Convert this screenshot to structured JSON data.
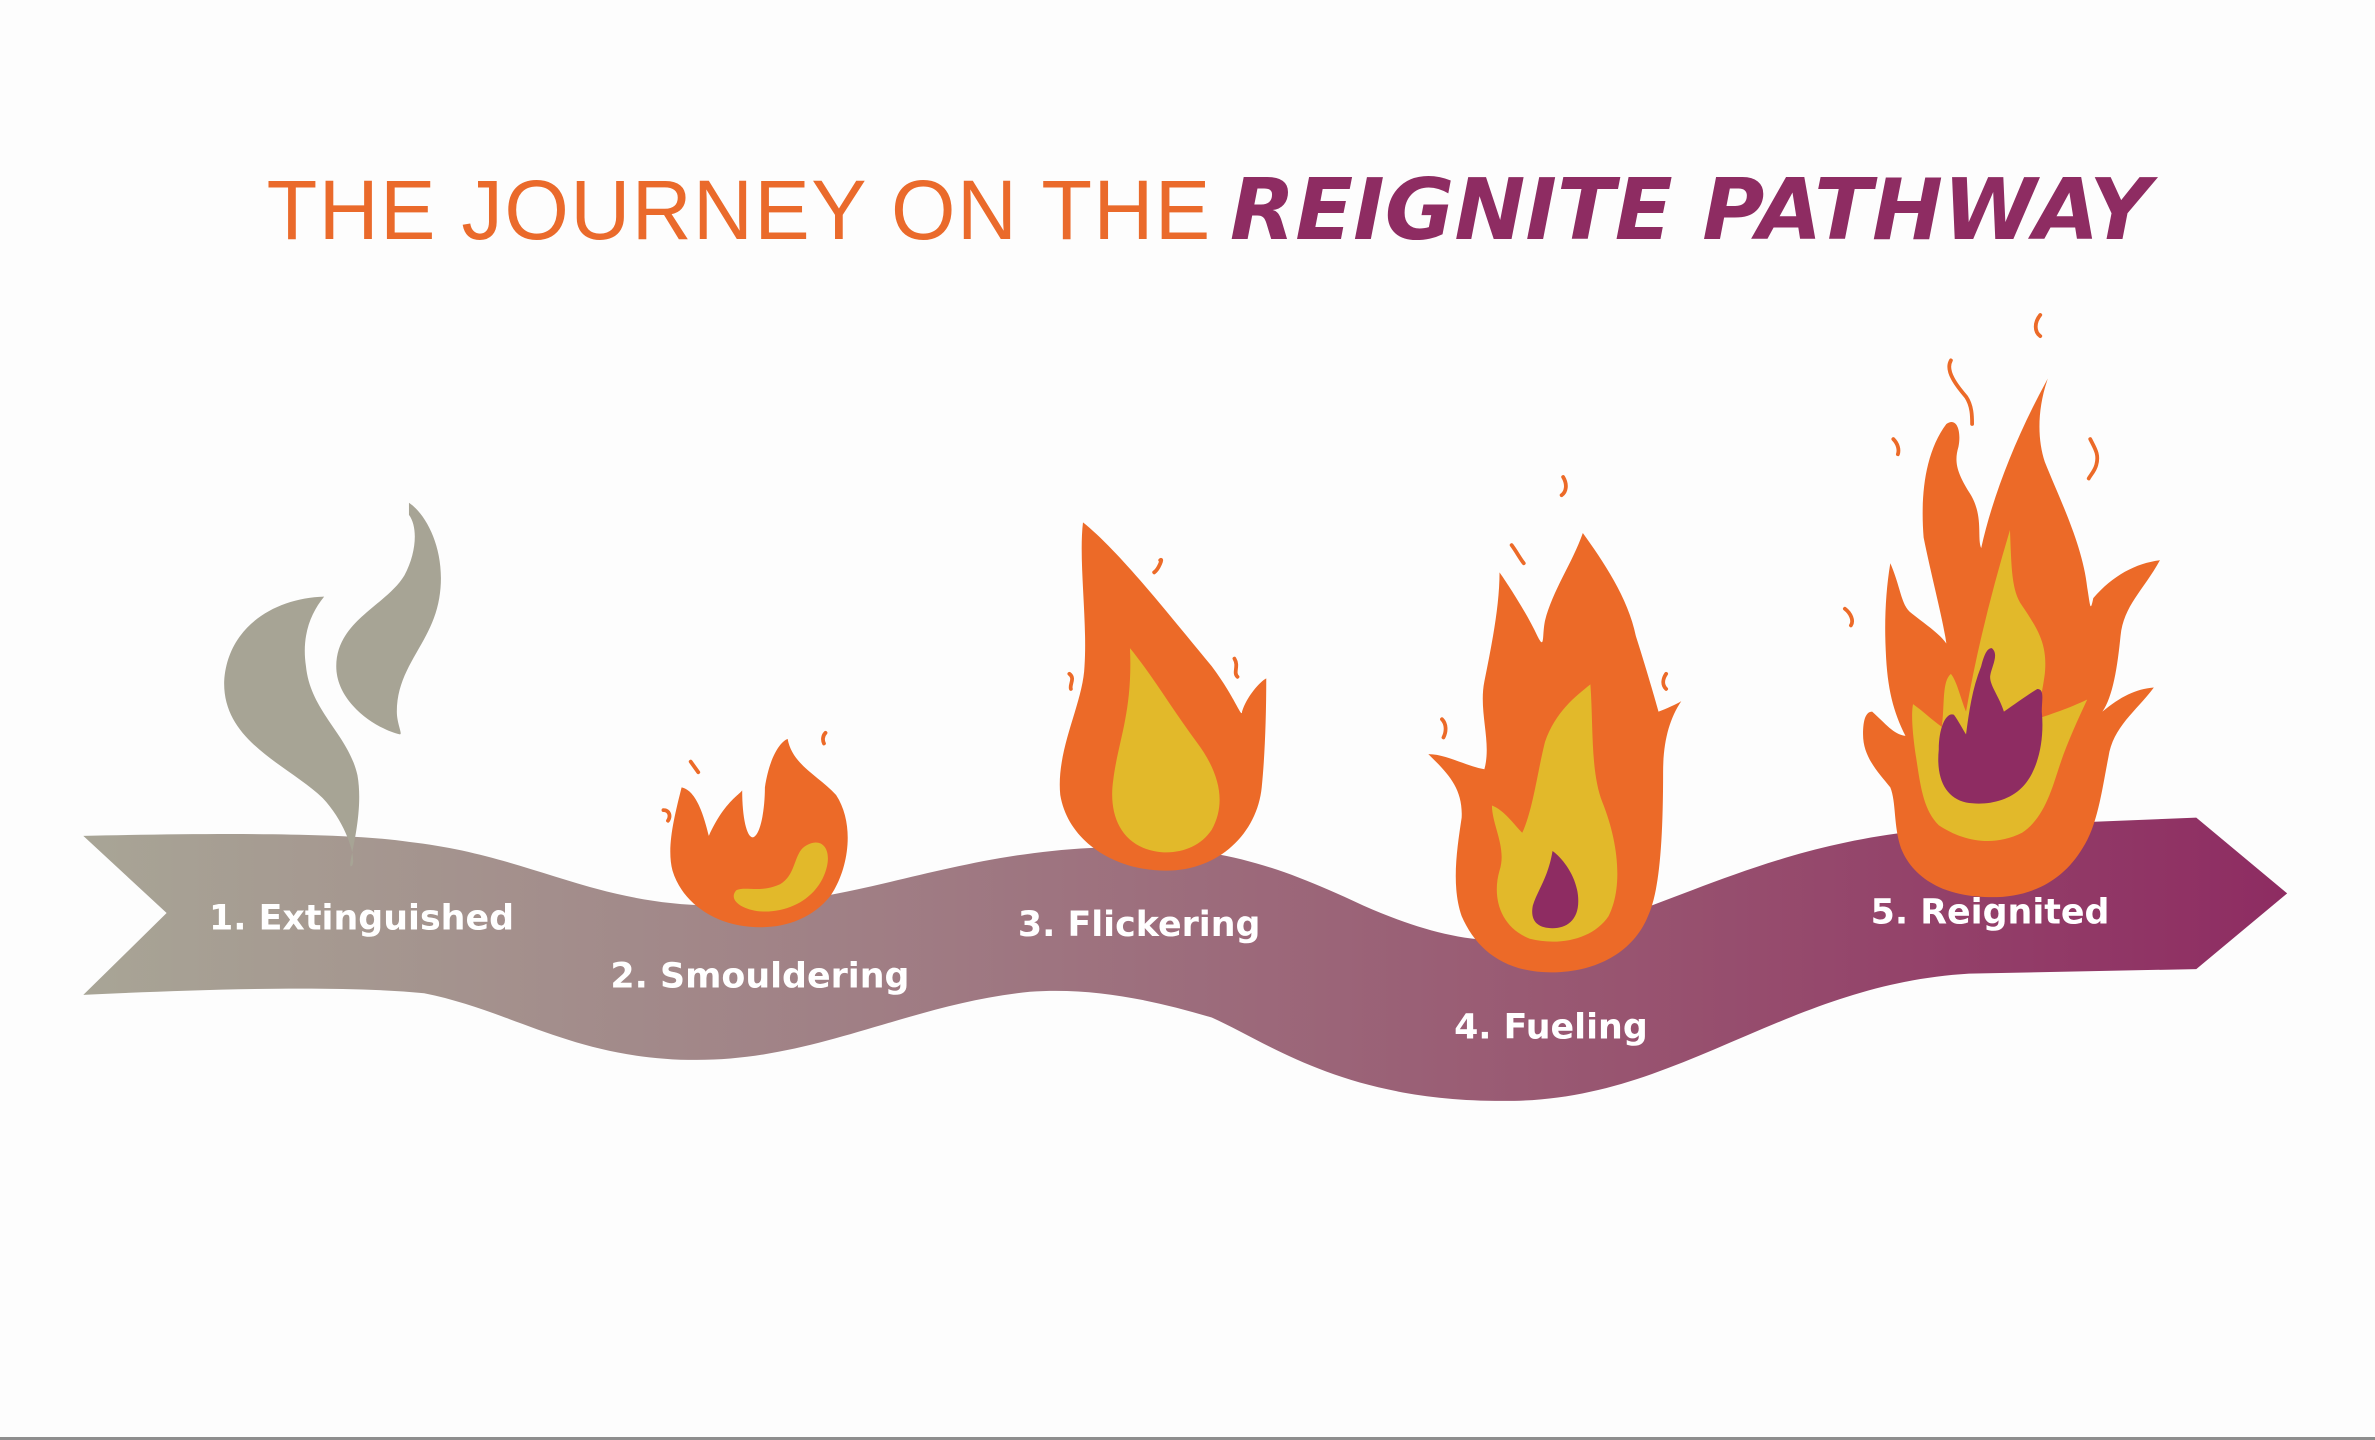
{
  "title": {
    "prefix": "THE JOURNEY ON THE",
    "highlight": "REIGNITE PATHWAY"
  },
  "colors": {
    "title_orange": "#ea6a2b",
    "brand_purple": "#8e2c62",
    "ribbon_start_grey": "#a8a596",
    "flame_orange": "#ec6a28",
    "flame_yellow": "#e2b92a",
    "flame_core_purple": "#8e2c62",
    "smoke_grey": "#a7a495",
    "label_white": "#ffffff"
  },
  "steps": [
    {
      "number": 1,
      "label": "1. Extinguished",
      "icon": "smoke-icon"
    },
    {
      "number": 2,
      "label": "2. Smouldering",
      "icon": "small-flame-icon"
    },
    {
      "number": 3,
      "label": "3. Flickering",
      "icon": "flame-icon"
    },
    {
      "number": 4,
      "label": "4. Fueling",
      "icon": "growing-flame-icon"
    },
    {
      "number": 5,
      "label": "5. Reignited",
      "icon": "blazing-fire-icon"
    }
  ]
}
